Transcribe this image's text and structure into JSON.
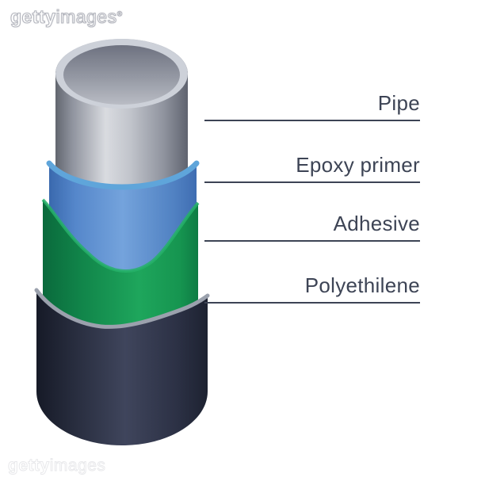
{
  "watermark": {
    "brand_bold": "getty",
    "brand_light": "images",
    "registered": "®"
  },
  "diagram": {
    "type": "layered-pipe-coating-illustration",
    "labels": [
      {
        "label": "Pipe"
      },
      {
        "label": "Epoxy primer"
      },
      {
        "label": "Adhesive"
      },
      {
        "label": "Polyethilene"
      }
    ],
    "colors": {
      "pipe_silver": "#c9cdd6",
      "epoxy_primer_blue": "#5b8fd0",
      "epoxy_rim_highlight": "#5fa5da",
      "adhesive_green": "#1ea65c",
      "adhesive_rim_highlight": "#26b168",
      "polyethilene_dark": "#2b3042",
      "layer_edge_gray": "#9ba1ad",
      "label_text": "#3d4455",
      "callout_line": "#3d4455"
    }
  }
}
